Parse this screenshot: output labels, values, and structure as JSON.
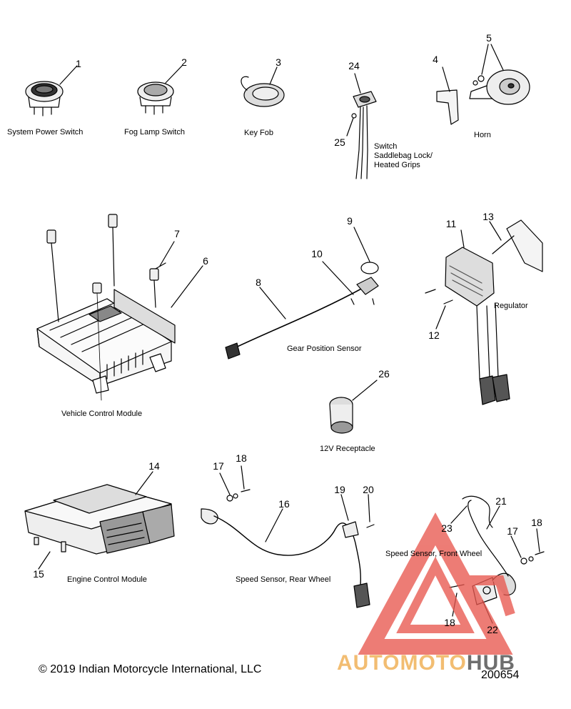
{
  "callouts": {
    "c1": "1",
    "c2": "2",
    "c3": "3",
    "c4": "4",
    "c5": "5",
    "c24": "24",
    "c25": "25",
    "c9": "9",
    "c10": "10",
    "c7": "7",
    "c6": "6",
    "c8": "8",
    "c11": "11",
    "c13": "13",
    "c12": "12",
    "c26": "26",
    "c14": "14",
    "c15": "15",
    "c17a": "17",
    "c18a": "18",
    "c16": "16",
    "c19": "19",
    "c20": "20",
    "c21": "21",
    "c23": "23",
    "c17b": "17",
    "c18b": "18",
    "c18c": "18",
    "c22": "22"
  },
  "labels": {
    "system_power_switch": "System Power Switch",
    "fog_lamp_switch": "Fog Lamp Switch",
    "key_fob": "Key Fob",
    "switch_line1": "Switch",
    "switch_line2": "Saddlebag Lock/",
    "switch_line3": "Heated Grips",
    "horn": "Horn",
    "vehicle_control_module": "Vehicle Control Module",
    "gear_position_sensor": "Gear Position Sensor",
    "regulator": "Regulator",
    "receptacle_12v": "12V Receptacle",
    "engine_control_module": "Engine Control Module",
    "speed_sensor_rear": "Speed Sensor, Rear Wheel",
    "speed_sensor_front": "Speed Sensor, Front Wheel"
  },
  "footer": {
    "copyright": "© 2019 Indian Motorcycle International, LLC",
    "reference": "200654"
  },
  "watermark": {
    "part1": "AUTOMOTO",
    "part2": "HUB",
    "color_primary": "#e8584f",
    "color_secondary": "#f0b25a",
    "color_hub": "#555555"
  }
}
